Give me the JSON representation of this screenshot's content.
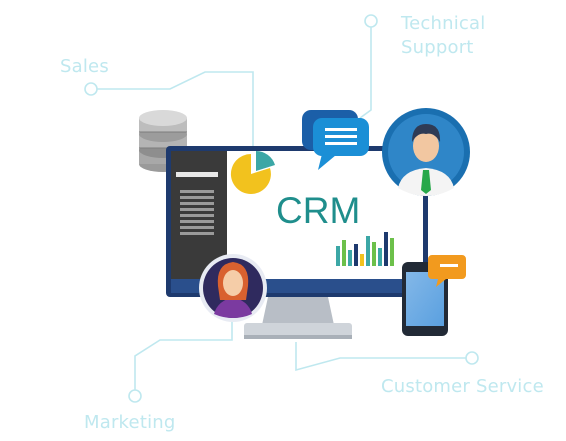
{
  "labels": {
    "technical_support": [
      "Technical",
      "Support"
    ],
    "sales": "Sales",
    "marketing": "Marketing",
    "customer_service": "Customer Service"
  },
  "screen": {
    "title": "CRM"
  },
  "colors": {
    "connector": "#bfe8ef",
    "monitor_frame": "#1e3a6e",
    "screen_bg": "#ffffff",
    "sidebar": "#3a3a3a",
    "crm_text": "#1f8e8c",
    "chat_bubble": "#1b8fd6",
    "phone_bubble": "#f29a1e",
    "avatar_bg": "#1a6fb0",
    "female_avatar_bg": "#2f2a5e",
    "pie_yellow": "#f2c21e",
    "pie_teal": "#3ca7a6"
  },
  "icons": [
    "database-icon",
    "chat-bubble-icon",
    "pie-chart-icon",
    "bar-chart-icon",
    "smartphone-icon",
    "man-avatar-icon",
    "woman-avatar-icon"
  ]
}
